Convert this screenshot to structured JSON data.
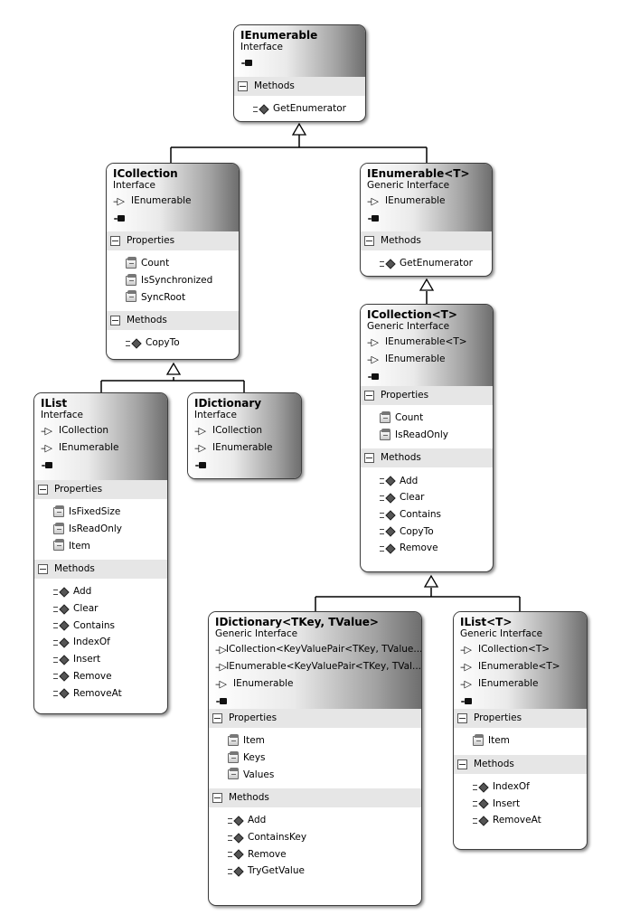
{
  "shapes": {
    "ienumerable": {
      "name": "IEnumerable",
      "kind": "Interface",
      "inherits": [],
      "compartments": [
        {
          "title": "Methods",
          "methods": [
            "GetEnumerator"
          ]
        }
      ]
    },
    "icollection": {
      "name": "ICollection",
      "kind": "Interface",
      "inherits": [
        "IEnumerable"
      ],
      "compartments": [
        {
          "title": "Properties",
          "properties": [
            "Count",
            "IsSynchronized",
            "SyncRoot"
          ]
        },
        {
          "title": "Methods",
          "methods": [
            "CopyTo"
          ]
        }
      ]
    },
    "ienumerable_t": {
      "name": "IEnumerable<T>",
      "kind": "Generic Interface",
      "inherits": [
        "IEnumerable"
      ],
      "compartments": [
        {
          "title": "Methods",
          "methods": [
            "GetEnumerator"
          ]
        }
      ]
    },
    "ilist": {
      "name": "IList",
      "kind": "Interface",
      "inherits": [
        "ICollection",
        "IEnumerable"
      ],
      "compartments": [
        {
          "title": "Properties",
          "properties": [
            "IsFixedSize",
            "IsReadOnly",
            "Item"
          ]
        },
        {
          "title": "Methods",
          "methods": [
            "Add",
            "Clear",
            "Contains",
            "IndexOf",
            "Insert",
            "Remove",
            "RemoveAt"
          ]
        }
      ]
    },
    "idictionary": {
      "name": "IDictionary",
      "kind": "Interface",
      "inherits": [
        "ICollection",
        "IEnumerable"
      ],
      "compartments": []
    },
    "icollection_t": {
      "name": "ICollection<T>",
      "kind": "Generic Interface",
      "inherits": [
        "IEnumerable<T>",
        "IEnumerable"
      ],
      "compartments": [
        {
          "title": "Properties",
          "properties": [
            "Count",
            "IsReadOnly"
          ]
        },
        {
          "title": "Methods",
          "methods": [
            "Add",
            "Clear",
            "Contains",
            "CopyTo",
            "Remove"
          ]
        }
      ]
    },
    "idictionary_t": {
      "name": "IDictionary<TKey, TValue>",
      "kind": "Generic Interface",
      "inherits": [
        "ICollection<KeyValuePair<TKey, TValue...",
        "IEnumerable<KeyValuePair<TKey, TVal...",
        "IEnumerable"
      ],
      "compartments": [
        {
          "title": "Properties",
          "properties": [
            "Item",
            "Keys",
            "Values"
          ]
        },
        {
          "title": "Methods",
          "methods": [
            "Add",
            "ContainsKey",
            "Remove",
            "TryGetValue"
          ]
        }
      ]
    },
    "ilist_t": {
      "name": "IList<T>",
      "kind": "Generic Interface",
      "inherits": [
        "ICollection<T>",
        "IEnumerable<T>",
        "IEnumerable"
      ],
      "compartments": [
        {
          "title": "Properties",
          "properties": [
            "Item"
          ]
        },
        {
          "title": "Methods",
          "methods": [
            "IndexOf",
            "Insert",
            "RemoveAt"
          ]
        }
      ]
    }
  },
  "relationships": [
    {
      "child": "ICollection",
      "parent": "IEnumerable"
    },
    {
      "child": "IEnumerable<T>",
      "parent": "IEnumerable"
    },
    {
      "child": "IList",
      "parent": "ICollection"
    },
    {
      "child": "IDictionary",
      "parent": "ICollection"
    },
    {
      "child": "ICollection<T>",
      "parent": "IEnumerable<T>"
    },
    {
      "child": "IDictionary<TKey, TValue>",
      "parent": "ICollection<T>"
    },
    {
      "child": "IList<T>",
      "parent": "ICollection<T>"
    }
  ],
  "colors": {
    "border": "#3d3d3d",
    "compartment_header": "#e6e6e6",
    "header_gradient_dark": "#6e6e6e",
    "connector": "#000000"
  }
}
